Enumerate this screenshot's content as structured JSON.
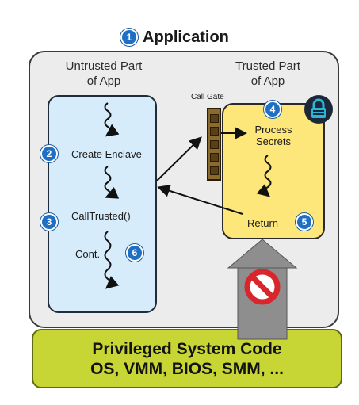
{
  "title": {
    "number": "1",
    "text": "Application"
  },
  "untrusted": {
    "line1": "Untrusted Part",
    "line2": "of App"
  },
  "trusted": {
    "line1": "Trusted Part",
    "line2": "of App"
  },
  "steps": {
    "create_enclave": {
      "number": "2",
      "label": "Create Enclave"
    },
    "call_trusted": {
      "number": "3",
      "label": "CallTrusted()"
    },
    "process_secrets": {
      "number": "4",
      "line1": "Process",
      "line2": "Secrets"
    },
    "return": {
      "number": "5",
      "label": "Return"
    },
    "cont": {
      "number": "6",
      "label": "Cont."
    }
  },
  "call_gate": {
    "label": "Call Gate"
  },
  "system": {
    "line1": "Privileged System Code",
    "line2": "OS, VMM, BIOS, SMM, ..."
  },
  "icons": [
    "lock-icon",
    "no-entry-icon",
    "up-arrow-icon"
  ],
  "colors": {
    "untrusted_fill": "#d7ecfa",
    "trusted_fill": "#fde77a",
    "system_fill": "#c8d635",
    "badge_blue": "#1f6fc5",
    "no_entry_red": "#d8262c"
  }
}
